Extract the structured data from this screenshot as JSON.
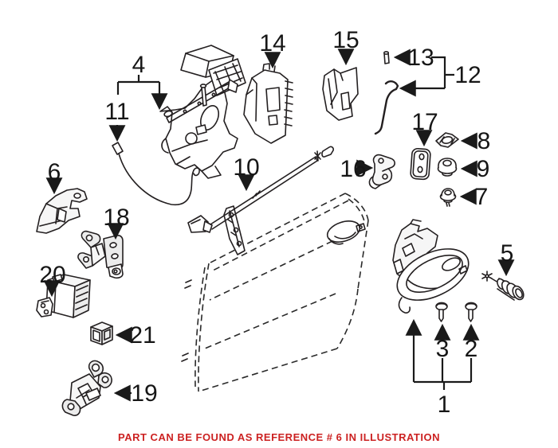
{
  "canvas": {
    "bg": "#ffffff",
    "art_color": "#231f20",
    "label_color": "#161616"
  },
  "callouts": [
    {
      "ref": "1"
    },
    {
      "ref": "2"
    },
    {
      "ref": "3"
    },
    {
      "ref": "4"
    },
    {
      "ref": "5"
    },
    {
      "ref": "6"
    },
    {
      "ref": "7"
    },
    {
      "ref": "8"
    },
    {
      "ref": "9"
    },
    {
      "ref": "10"
    },
    {
      "ref": "11"
    },
    {
      "ref": "12"
    },
    {
      "ref": "13"
    },
    {
      "ref": "14"
    },
    {
      "ref": "15"
    },
    {
      "ref": "16"
    },
    {
      "ref": "17"
    },
    {
      "ref": "18"
    },
    {
      "ref": "19"
    },
    {
      "ref": "20"
    },
    {
      "ref": "21"
    }
  ],
  "footer": {
    "label": "PART CAN BE FOUND AS REFERENCE # 6 IN ILLUSTRATION",
    "color": "#cc2222"
  }
}
